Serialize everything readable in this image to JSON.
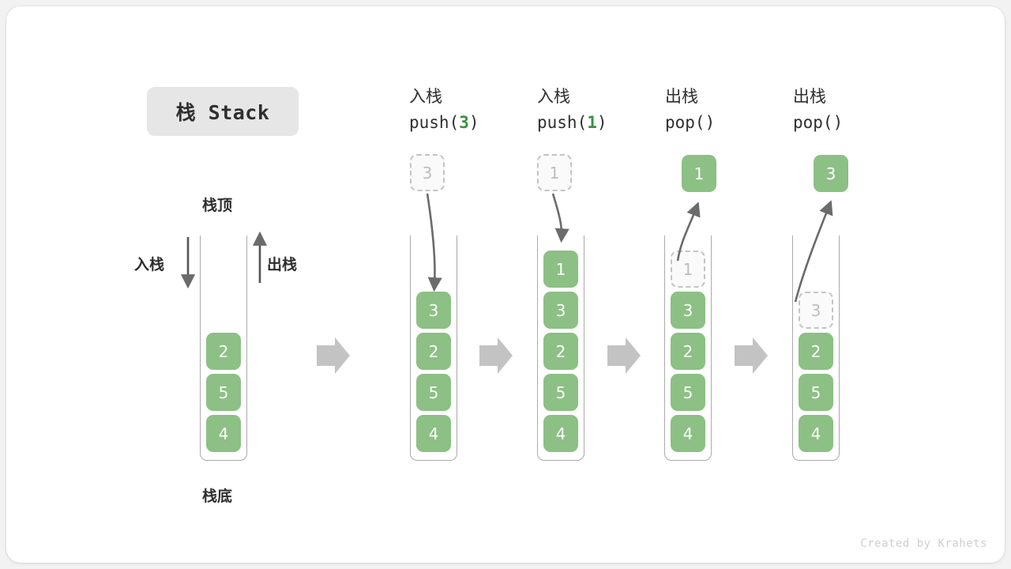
{
  "title": {
    "text": "栈 Stack"
  },
  "base_stack": {
    "top_label": "栈顶",
    "bottom_label": "栈底",
    "push_label": "入栈",
    "pop_label": "出栈",
    "cells": [
      "2",
      "5",
      "4"
    ]
  },
  "steps": [
    {
      "op_label": "入栈",
      "code_prefix": "push(",
      "code_arg": "3",
      "code_suffix": ")",
      "floating": {
        "value": "3",
        "style": "ghost"
      },
      "cells": [
        "3",
        "2",
        "5",
        "4"
      ],
      "ghost_top": null
    },
    {
      "op_label": "入栈",
      "code_prefix": "push(",
      "code_arg": "1",
      "code_suffix": ")",
      "floating": {
        "value": "1",
        "style": "ghost"
      },
      "cells": [
        "1",
        "3",
        "2",
        "5",
        "4"
      ],
      "ghost_top": null
    },
    {
      "op_label": "出栈",
      "code_prefix": "pop(",
      "code_arg": "",
      "code_suffix": ")",
      "floating": {
        "value": "1",
        "style": "solid"
      },
      "cells": [
        "3",
        "2",
        "5",
        "4"
      ],
      "ghost_top": "1"
    },
    {
      "op_label": "出栈",
      "code_prefix": "pop(",
      "code_arg": "",
      "code_suffix": ")",
      "floating": {
        "value": "3",
        "style": "solid"
      },
      "cells": [
        "2",
        "5",
        "4"
      ],
      "ghost_top": "3"
    }
  ],
  "footer": {
    "text": "Created by Krahets"
  },
  "colors": {
    "element_green": "#8cc084",
    "arg_green": "#3a9142",
    "badge_gray": "#e6e6e6",
    "arrow_gray": "#c0c0c0",
    "motion_arrow": "#6b6b6b",
    "ghost_border": "#c4c4c4"
  }
}
